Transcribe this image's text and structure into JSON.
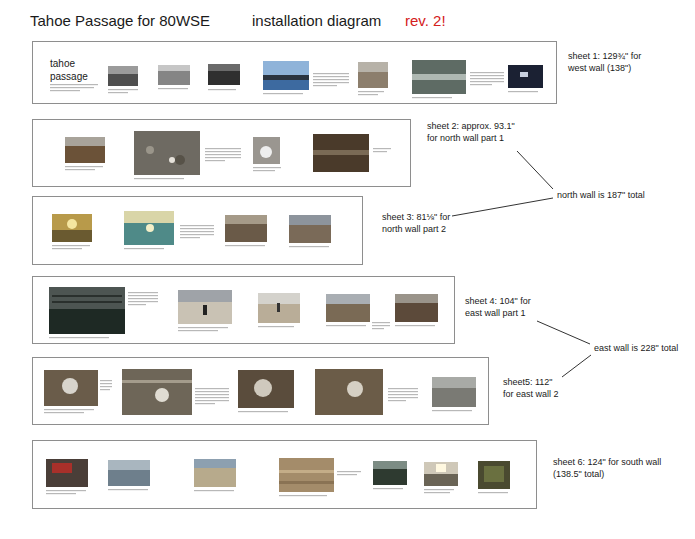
{
  "diagram": {
    "title": "Tahoe Passage for 80WSE",
    "nodes": [
      {
        "text": [
          "tahoe passage",
          "sheet 1: 129¾\" for west wall (138\")"
        ]
      },
      {
        "text": [
          "sheet 2: approx. 93.1\" for north wall part 1"
        ]
      },
      {
        "text": [
          "sheet 3: 81⅛\" for north wall part 2"
        ]
      },
      {
        "text": [
          "sheet 4: 104\" for east wall part 1"
        ]
      },
      {
        "text": [
          "sheet5: 112\" for east wall 2"
        ]
      },
      {
        "text": [
          "sheet 6: 124\" for south wall (138.5\" total)"
        ]
      }
    ],
    "labels": [
      "installation diagram",
      "rev. 2!",
      "north wall is 187\" total",
      "east wall is 228\" total"
    ]
  }
}
